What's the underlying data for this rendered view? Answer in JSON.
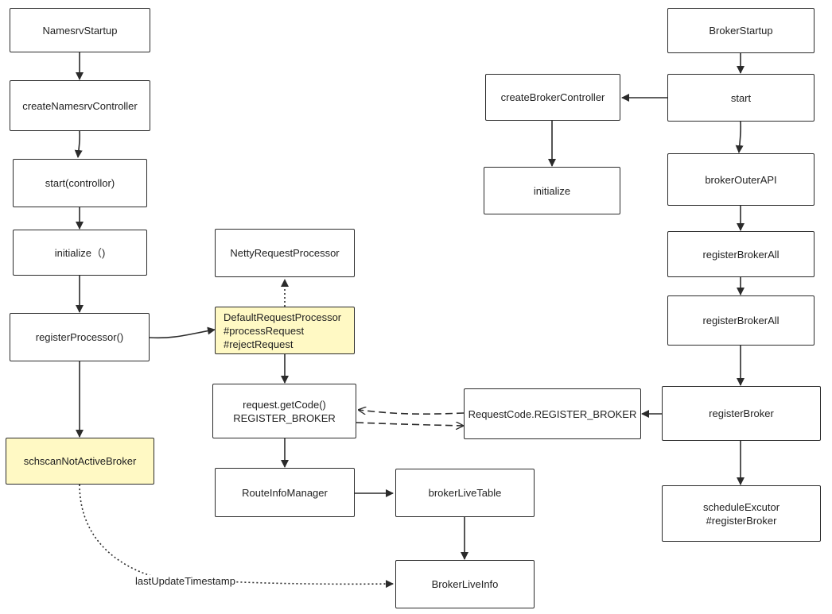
{
  "nodes": {
    "namesrv_startup": "NamesrvStartup",
    "create_namesrv_controller": "createNamesrvController",
    "start_controllor": "start(controllor)",
    "initialize_call": "initialize（)",
    "register_processor": "registerProcessor()",
    "schscan_not_active_broker": "schscanNotActiveBroker",
    "netty_request_processor": "NettyRequestProcessor",
    "default_request_processor": [
      "DefaultRequestProcessor",
      "#processRequest",
      "#rejectRequest"
    ],
    "request_get_code": [
      "request.getCode()",
      "REGISTER_BROKER"
    ],
    "route_info_manager": "RouteInfoManager",
    "broker_live_table": "brokerLiveTable",
    "broker_live_info": "BrokerLiveInfo",
    "request_code_register_broker": "RequestCode.REGISTER_BROKER",
    "broker_startup": "BrokerStartup",
    "start": "start",
    "create_broker_controller": "createBrokerController",
    "initialize": "initialize",
    "broker_outer_api": "brokerOuterAPI",
    "register_broker_all_1": "registerBrokerAll",
    "register_broker_all_2": "registerBrokerAll",
    "register_broker": "registerBroker",
    "schedule_excutor": [
      "scheduleExcutor",
      "#registerBroker"
    ]
  },
  "edge_labels": {
    "last_update_timestamp": "lastUpdateTimestamp"
  },
  "colors": {
    "highlight": "#fff9c4",
    "stroke": "#2b2b2b"
  }
}
